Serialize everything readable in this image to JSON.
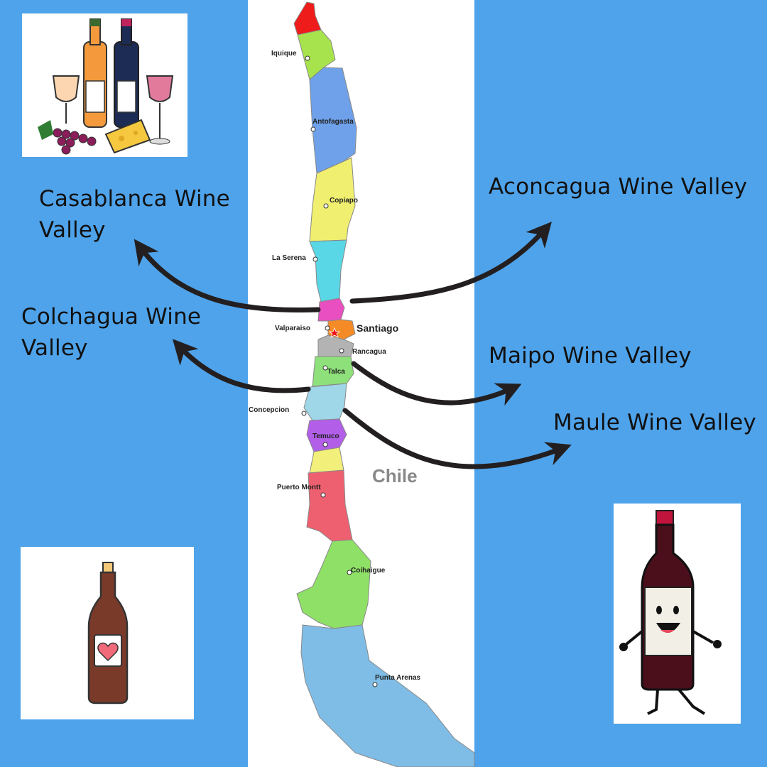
{
  "map": {
    "country_label": "Chile",
    "cities": {
      "iquique": "Iquique",
      "antofagasta": "Antofagasta",
      "copiapo": "Copiapo",
      "la_serena": "La Serena",
      "valparaiso": "Valparaiso",
      "santiago": "Santiago",
      "rancagua": "Rancagua",
      "talca": "Talca",
      "concepcion": "Concepcion",
      "temuco": "Temuco",
      "puerto_montt": "Puerto Montt",
      "coihaique": "Coihaigue",
      "punta_arenas": "Punta Arenas"
    }
  },
  "labels": {
    "casablanca_line1": "Casablanca Wine",
    "casablanca_line2": "Valley",
    "colchagua_line1": "Colchagua Wine",
    "colchagua_line2": "Valley",
    "aconcagua": "Aconcagua Wine Valley",
    "maipo": "Maipo Wine Valley",
    "maule": "Maule Wine Valley"
  },
  "colors": {
    "background": "#4fa3ea",
    "arrow": "#231f20"
  },
  "icons": {
    "top_left": "wine-and-cheese-icon",
    "bottom_left": "wine-bottle-heart-icon",
    "bottom_right": "cartoon-wine-bottle-icon"
  }
}
